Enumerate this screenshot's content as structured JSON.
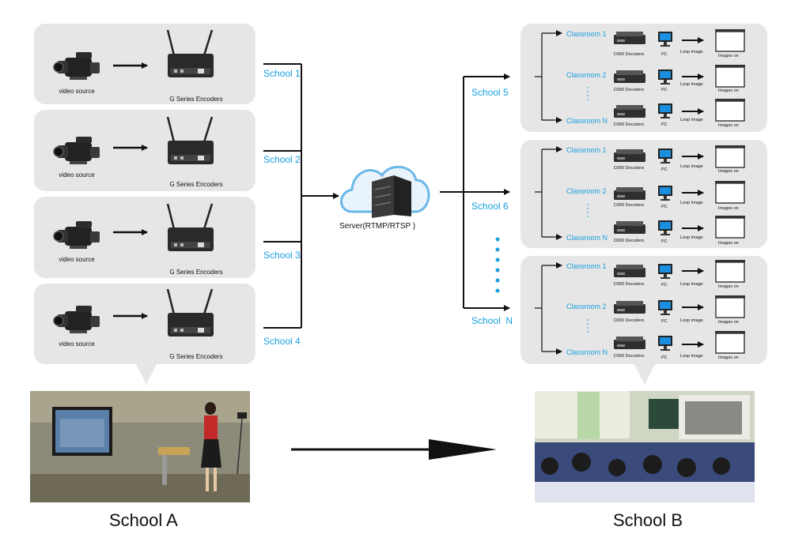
{
  "left_rows": [
    {
      "source_label": "video source",
      "encoder_label": "G Series Encoders",
      "school_label": "School 1"
    },
    {
      "source_label": "video source",
      "encoder_label": "G Series Encoders",
      "school_label": "School 2"
    },
    {
      "source_label": "video source",
      "encoder_label": "G Series Encoders",
      "school_label": "School 3"
    },
    {
      "source_label": "video source",
      "encoder_label": "G Series Encoders",
      "school_label": "School 4"
    }
  ],
  "server": {
    "label": "Server(RTMP/RTSP )",
    "icon": "cloud-server-icon"
  },
  "right_groups": [
    {
      "school_label": "School 5"
    },
    {
      "school_label": "School 6"
    },
    {
      "school_label": "School  N"
    }
  ],
  "classroom_rows": [
    {
      "classroom": "Classroom 1",
      "decoder": "D300 Decoders",
      "pc": "PC",
      "loop": "Loop image",
      "images": "Images on"
    },
    {
      "classroom": "Classroom 2",
      "decoder": "D300 Decoders",
      "pc": "PC",
      "loop": "Loop image",
      "images": "Images on"
    },
    {
      "classroom": "Classroom N",
      "decoder": "D300 Decoders",
      "pc": "PC",
      "loop": "Loop image",
      "images": "Images on"
    }
  ],
  "bottom": {
    "school_a": "School A",
    "school_b": "School B"
  },
  "colors": {
    "accent": "#1a9fe0",
    "panel": "#e6e6e6",
    "line": "#111111"
  }
}
